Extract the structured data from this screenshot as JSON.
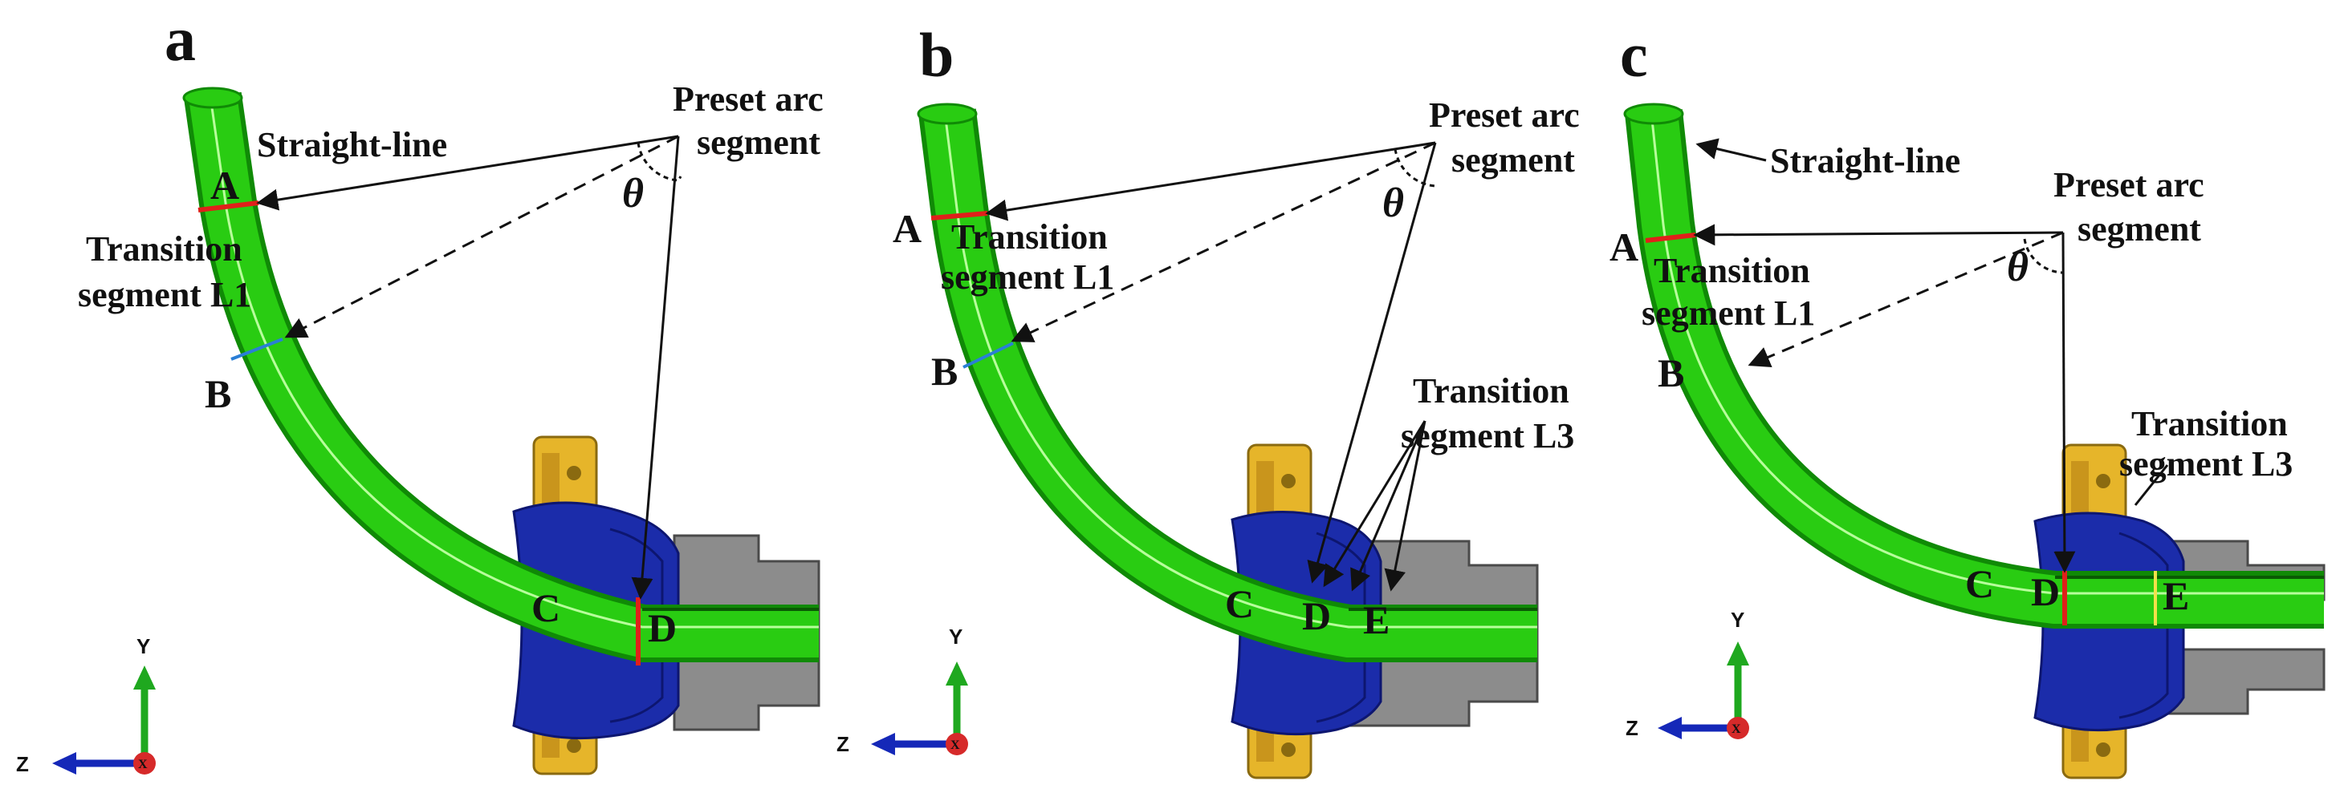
{
  "colors": {
    "tube": "#29cc12",
    "tube_dark": "#108a06",
    "tube_highlight": "#b8ff9c",
    "die": "#1b2caa",
    "die_dark": "#0d1670",
    "clamp": "#e6b52a",
    "clamp_dark": "#8a6a10",
    "mandrel": "#8c8c8c",
    "mandrel_dark": "#4a4a4a",
    "section_red": "#e0201a",
    "section_blue": "#2a7fd6",
    "section_yellow": "#f2e14a",
    "axis_y": "#1fa81f",
    "axis_z": "#1528b8",
    "axis_x": "#d62a2a"
  },
  "panels": [
    {
      "letter": "a",
      "arc_label": [
        "Preset arc",
        "segment"
      ],
      "straight_label": "Straight-line",
      "transition_l1": [
        "Transition",
        "segment L1"
      ],
      "theta": "θ",
      "points": {
        "A": "A",
        "B": "B",
        "C": "C",
        "D": "D"
      },
      "axes": {
        "y": "Y",
        "z": "Z"
      }
    },
    {
      "letter": "b",
      "arc_label": [
        "Preset arc",
        "segment"
      ],
      "transition_l1": [
        "Transition",
        "segment L1"
      ],
      "transition_l3": [
        "Transition",
        "segment L3"
      ],
      "theta": "θ",
      "points": {
        "A": "A",
        "B": "B",
        "C": "C",
        "D": "D",
        "E": "E"
      },
      "axes": {
        "y": "Y",
        "z": "Z"
      }
    },
    {
      "letter": "c",
      "arc_label": [
        "Preset arc",
        "segment"
      ],
      "straight_label": "Straight-line",
      "transition_l1": [
        "Transition",
        "segment L1"
      ],
      "transition_l3": [
        "Transition",
        "segment L3"
      ],
      "theta": "θ",
      "points": {
        "A": "A",
        "B": "B",
        "C": "C",
        "D": "D",
        "E": "E"
      },
      "axes": {
        "y": "Y",
        "z": "Z"
      }
    }
  ]
}
